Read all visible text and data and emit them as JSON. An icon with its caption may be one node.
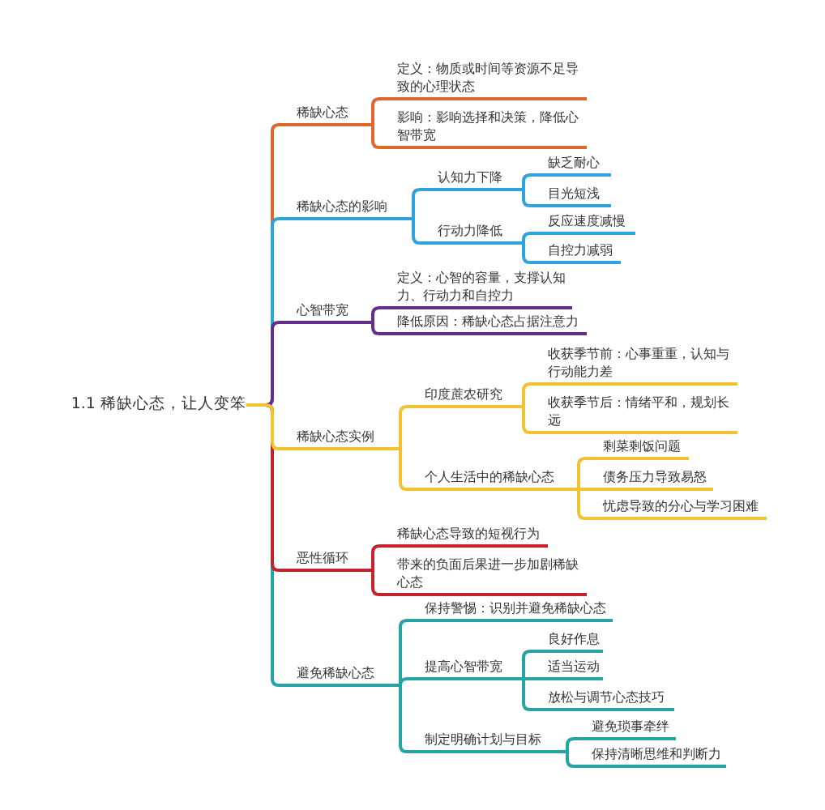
{
  "diagram": {
    "nodes": [
      {
        "text": [
          "1.1 稀缺心态，让人变笨"
        ]
      },
      {
        "text": [
          "稀缺心态"
        ]
      },
      {
        "text": [
          "定义：物质或时间等资源不足导致的心理状态"
        ]
      },
      {
        "text": [
          "影响：影响选择和决策，降低心智带宽"
        ]
      },
      {
        "text": [
          "稀缺心态的影响"
        ]
      },
      {
        "text": [
          "认知力下降"
        ]
      },
      {
        "text": [
          "缺乏耐心"
        ]
      },
      {
        "text": [
          "目光短浅"
        ]
      },
      {
        "text": [
          "行动力降低"
        ]
      },
      {
        "text": [
          "反应速度减慢"
        ]
      },
      {
        "text": [
          "自控力减弱"
        ]
      },
      {
        "text": [
          "心智带宽"
        ]
      },
      {
        "text": [
          "定义：心智的容量，支撑认知力、行动力和自控力"
        ]
      },
      {
        "text": [
          "降低原因：稀缺心态占据注意力"
        ]
      },
      {
        "text": [
          "稀缺心态实例"
        ]
      },
      {
        "text": [
          "印度蔗农研究"
        ]
      },
      {
        "text": [
          "收获季节前：心事重重，认知与行动能力差"
        ]
      },
      {
        "text": [
          "收获季节后：情绪平和，规划长远"
        ]
      },
      {
        "text": [
          "个人生活中的稀缺心态"
        ]
      },
      {
        "text": [
          "剩菜剩饭问题"
        ]
      },
      {
        "text": [
          "债务压力导致易怒"
        ]
      },
      {
        "text": [
          "忧虑导致的分心与学习困难"
        ]
      },
      {
        "text": [
          "恶性循环"
        ]
      },
      {
        "text": [
          "稀缺心态导致的短视行为"
        ]
      },
      {
        "text": [
          "带来的负面后果进一步加剧稀缺心态"
        ]
      },
      {
        "text": [
          "避免稀缺心态"
        ]
      },
      {
        "text": [
          "保持警惕：识别并避免稀缺心态"
        ]
      },
      {
        "text": [
          "提高心智带宽"
        ]
      },
      {
        "text": [
          "良好作息"
        ]
      },
      {
        "text": [
          "适当运动"
        ]
      },
      {
        "text": [
          "放松与调节心态技巧"
        ]
      },
      {
        "text": [
          "制定明确计划与目标"
        ]
      },
      {
        "text": [
          "避免琐事牵绊"
        ]
      },
      {
        "text": [
          "保持清晰思维和判断力"
        ]
      }
    ],
    "edges": [
      {
        "from": 0,
        "to": 1,
        "arrow": "none",
        "color": "#e0662a"
      },
      {
        "from": 1,
        "to": 2,
        "arrow": "none",
        "color": "#e0662a"
      },
      {
        "from": 1,
        "to": 3,
        "arrow": "none",
        "color": "#e0662a"
      },
      {
        "from": 0,
        "to": 4,
        "arrow": "none",
        "color": "#2fa4dc"
      },
      {
        "from": 4,
        "to": 5,
        "arrow": "none",
        "color": "#2fa4dc"
      },
      {
        "from": 5,
        "to": 6,
        "arrow": "none",
        "color": "#2fa4dc"
      },
      {
        "from": 5,
        "to": 7,
        "arrow": "none",
        "color": "#2fa4dc"
      },
      {
        "from": 4,
        "to": 8,
        "arrow": "none",
        "color": "#2fa4dc"
      },
      {
        "from": 8,
        "to": 9,
        "arrow": "none",
        "color": "#2fa4dc"
      },
      {
        "from": 8,
        "to": 10,
        "arrow": "none",
        "color": "#2fa4dc"
      },
      {
        "from": 0,
        "to": 11,
        "arrow": "none",
        "color": "#662d8c"
      },
      {
        "from": 11,
        "to": 12,
        "arrow": "none",
        "color": "#662d8c"
      },
      {
        "from": 11,
        "to": 13,
        "arrow": "none",
        "color": "#662d8c"
      },
      {
        "from": 0,
        "to": 14,
        "arrow": "none",
        "color": "#f2c230"
      },
      {
        "from": 14,
        "to": 15,
        "arrow": "none",
        "color": "#f2c230"
      },
      {
        "from": 15,
        "to": 16,
        "arrow": "none",
        "color": "#f2c230"
      },
      {
        "from": 15,
        "to": 17,
        "arrow": "none",
        "color": "#f2c230"
      },
      {
        "from": 14,
        "to": 18,
        "arrow": "none",
        "color": "#f2c230"
      },
      {
        "from": 18,
        "to": 19,
        "arrow": "none",
        "color": "#f2c230"
      },
      {
        "from": 18,
        "to": 20,
        "arrow": "none",
        "color": "#f2c230"
      },
      {
        "from": 18,
        "to": 21,
        "arrow": "none",
        "color": "#f2c230"
      },
      {
        "from": 0,
        "to": 22,
        "arrow": "none",
        "color": "#c4232b"
      },
      {
        "from": 22,
        "to": 23,
        "arrow": "none",
        "color": "#c4232b"
      },
      {
        "from": 22,
        "to": 24,
        "arrow": "none",
        "color": "#c4232b"
      },
      {
        "from": 0,
        "to": 25,
        "arrow": "none",
        "color": "#26a3a5"
      },
      {
        "from": 25,
        "to": 26,
        "arrow": "none",
        "color": "#26a3a5"
      },
      {
        "from": 25,
        "to": 27,
        "arrow": "none",
        "color": "#26a3a5"
      },
      {
        "from": 27,
        "to": 28,
        "arrow": "none",
        "color": "#26a3a5"
      },
      {
        "from": 27,
        "to": 29,
        "arrow": "none",
        "color": "#26a3a5"
      },
      {
        "from": 27,
        "to": 30,
        "arrow": "none",
        "color": "#26a3a5"
      },
      {
        "from": 25,
        "to": 31,
        "arrow": "none",
        "color": "#26a3a5"
      },
      {
        "from": 31,
        "to": 32,
        "arrow": "none",
        "color": "#26a3a5"
      },
      {
        "from": 31,
        "to": 33,
        "arrow": "none",
        "color": "#26a3a5"
      }
    ]
  }
}
